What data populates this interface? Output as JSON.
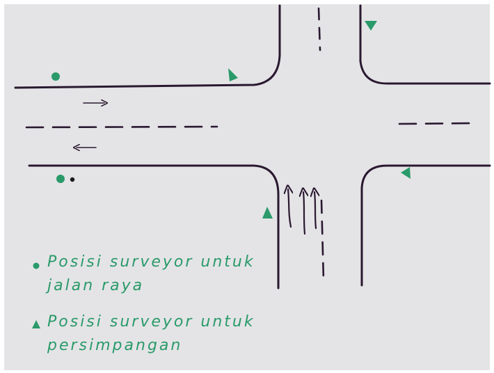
{
  "colors": {
    "paper": "#e4e4e6",
    "ink_road": "#2a1830",
    "ink_green": "#2a9a6a",
    "ink_black": "#1a1a1a"
  },
  "icons": {
    "road_surveyor_marker": "green-circle",
    "junction_surveyor_marker": "green-triangle",
    "traffic_arrows": "hand-drawn-arrow"
  },
  "legend": {
    "road": {
      "line1": "Posisi surveyor untuk",
      "line2": "jalan raya"
    },
    "junction": {
      "line1": "Posisi surveyor untuk",
      "line2": "persimpangan"
    }
  }
}
